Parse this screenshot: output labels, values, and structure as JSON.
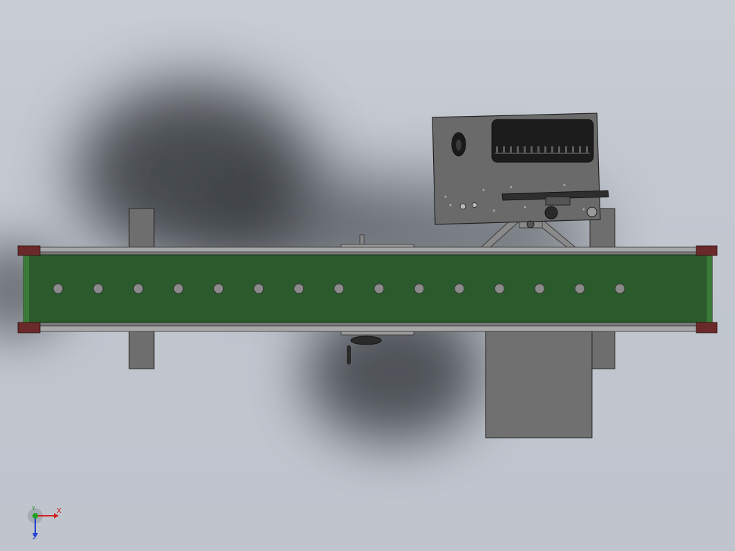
{
  "colors": {
    "background": "#c4c8d0",
    "belt": "#2b5a2c",
    "frame": "#6f6f6f",
    "end_cap": "#6b2a2a",
    "axis_x": "#d02020",
    "axis_y": "#20a020",
    "axis_z": "#2040d0"
  },
  "model": {
    "conveyor_holes": 15,
    "view": "top view"
  },
  "triad": {
    "x_label": "X",
    "y_label": "Y",
    "z_label": "Z"
  }
}
